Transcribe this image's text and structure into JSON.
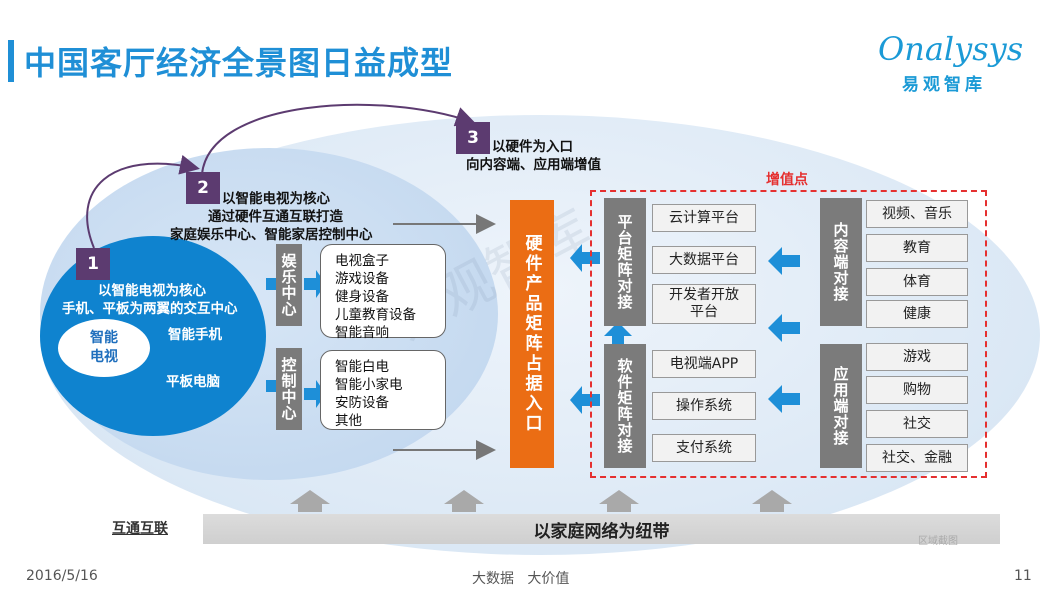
{
  "slide": {
    "title": "中国客厅经济全景图日益成型",
    "logo_en": "Onalysys",
    "logo_cn": "易观智库",
    "watermark": "易观智库",
    "region_label": "区域截图"
  },
  "core": {
    "smart_tv": [
      "智能",
      "电视"
    ],
    "smart_phone": "智能手机",
    "tablet": "平板电脑",
    "headline_1": "以智能电视为核心",
    "headline_2": "手机、平板为两翼的交互中心"
  },
  "steps": [
    {
      "num": "1"
    },
    {
      "num": "2",
      "lines": [
        "以智能电视为核心",
        "通过硬件互通互联打造",
        "家庭娱乐中心、智能家居控制中心"
      ]
    },
    {
      "num": "3",
      "lines": [
        "以硬件为入口",
        "向内容端、应用端增值"
      ]
    }
  ],
  "left_groups": [
    {
      "label": "娱乐中心",
      "items": [
        "电视盒子",
        "游戏设备",
        "健身设备",
        "儿童教育设备",
        "智能音响"
      ]
    },
    {
      "label": "控制中心",
      "items": [
        "智能白电",
        "智能小家电",
        "安防设备",
        "其他"
      ]
    }
  ],
  "center": "硬件产品矩阵占据入口",
  "value_point": "增值点",
  "platform": {
    "label": "平台矩阵对接",
    "items": [
      "云计算平台",
      "大数据平台",
      "开发者开放平台"
    ]
  },
  "software": {
    "label": "软件矩阵对接",
    "items": [
      "电视端APP",
      "操作系统",
      "支付系统"
    ]
  },
  "content": {
    "label": "内容端对接",
    "items": [
      "视频、音乐",
      "教育",
      "体育",
      "健康"
    ]
  },
  "application": {
    "label": "应用端对接",
    "items": [
      "游戏",
      "购物",
      "社交",
      "社交、金融"
    ]
  },
  "bottom": {
    "link_label": "互通互联",
    "band": "以家庭网络为纽带"
  },
  "footer": {
    "date": "2016/5/16",
    "center": "大数据   大价值",
    "page": "11"
  },
  "colors": {
    "title_blue": "#1f8fd6",
    "core_blue": "#0f83cf",
    "step_purple": "#5c3b70",
    "orange": "#eb6d14",
    "gray_label": "#7b7b7b",
    "dashed_red": "#e53030",
    "arrow_blue": "#1e8fd8"
  }
}
